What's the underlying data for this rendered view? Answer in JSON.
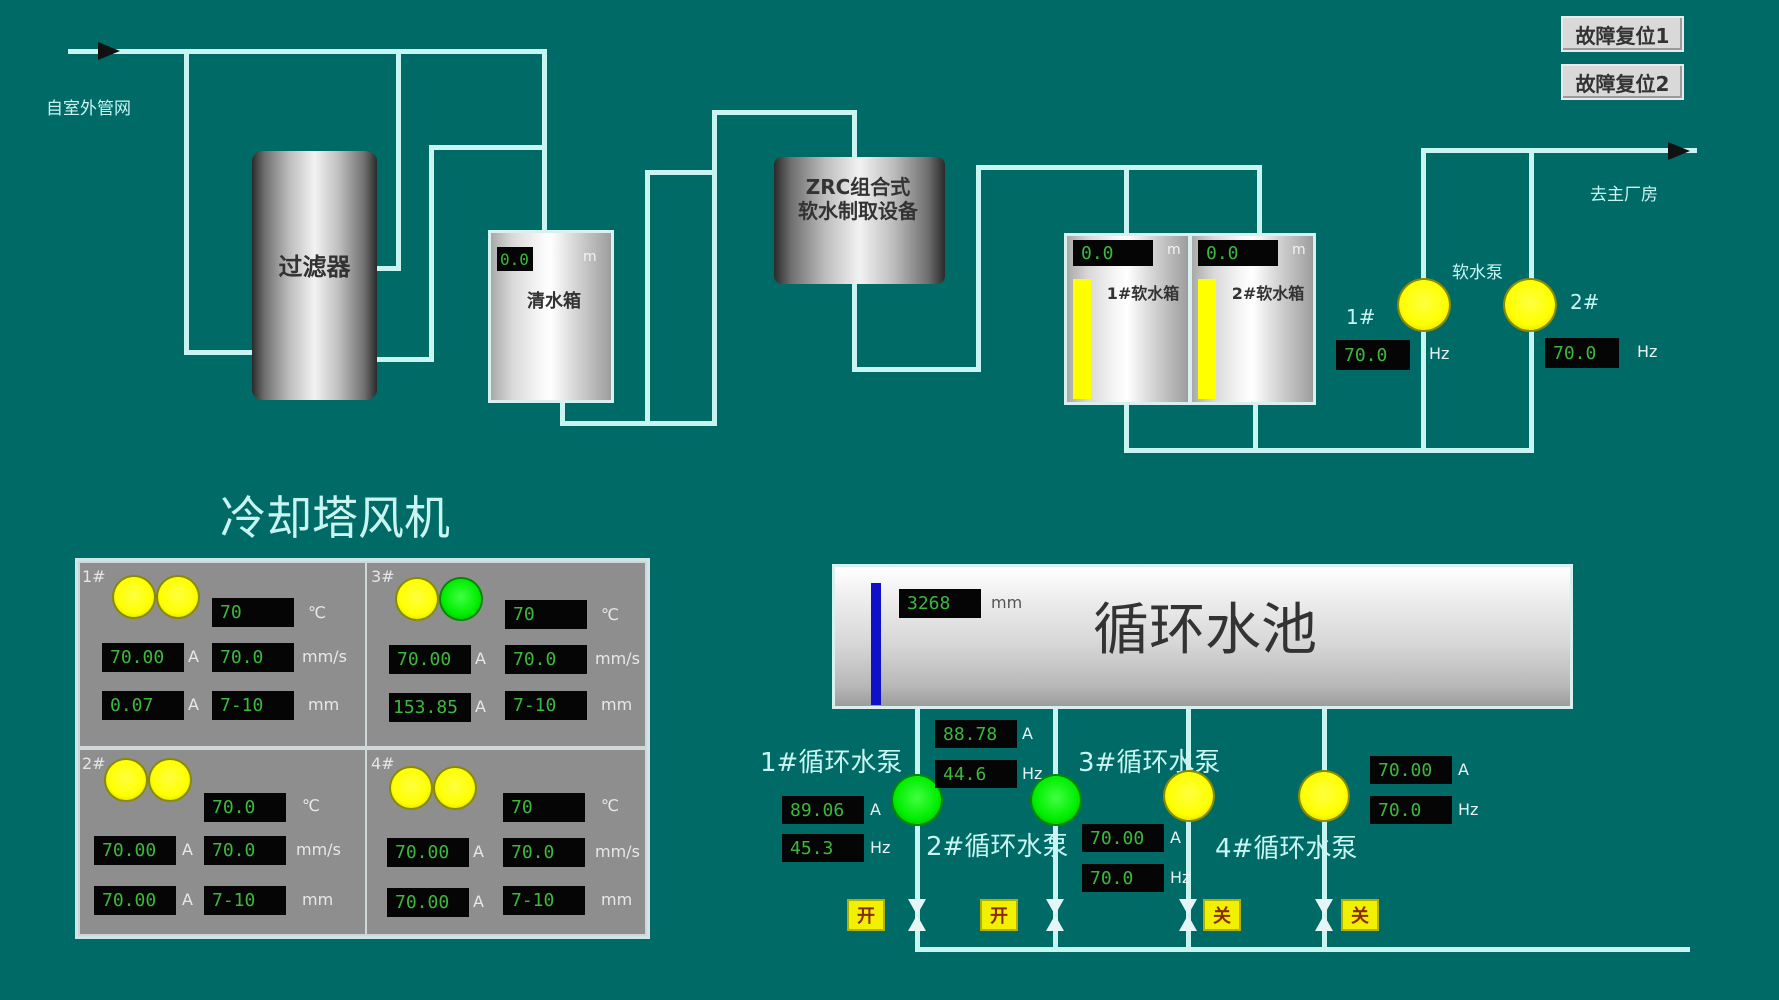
{
  "colors": {
    "background": "#006a66",
    "pipe": "#c8f4f2",
    "lamp_running": "#00ee00",
    "lamp_stopped": "#ffff00",
    "display_bg": "#050505",
    "display_text": "#3cb83c"
  },
  "fault_reset": {
    "button1": "故障复位1",
    "button2": "故障复位2"
  },
  "inlet": {
    "label": "自室外管网"
  },
  "outlet": {
    "label": "去主厂房"
  },
  "filter": {
    "label": "过滤器"
  },
  "clear_tank": {
    "label": "清水箱",
    "level_value": "0.0",
    "level_unit": "m"
  },
  "zrc_unit": {
    "label": "ZRC组合式软水制取设备"
  },
  "soft_tanks": [
    {
      "label": "1#软水箱",
      "level_value": "0.0",
      "level_unit": "m"
    },
    {
      "label": "2#软水箱",
      "level_value": "0.0",
      "level_unit": "m"
    }
  ],
  "soft_pumps": {
    "label": "软水泵",
    "pumps": [
      {
        "id": "1#",
        "status": "stopped",
        "freq_value": "70.0",
        "freq_unit": "Hz"
      },
      {
        "id": "2#",
        "status": "stopped",
        "freq_value": "70.0",
        "freq_unit": "Hz"
      }
    ]
  },
  "cooling_tower": {
    "title": "冷却塔风机",
    "units": [
      {
        "id": "1#",
        "lamps": [
          "stopped",
          "stopped"
        ],
        "temp": "70",
        "temp_unit": "℃",
        "current1": "70.00",
        "current1_unit": "A",
        "speed": "70.0",
        "speed_unit": "mm/s",
        "current2": "0.07",
        "current2_unit": "A",
        "range": "7-10",
        "range_unit": "mm"
      },
      {
        "id": "3#",
        "lamps": [
          "stopped",
          "running"
        ],
        "temp": "70",
        "temp_unit": "℃",
        "current1": "70.00",
        "current1_unit": "A",
        "speed": "70.0",
        "speed_unit": "mm/s",
        "current2": "153.85",
        "current2_unit": "A",
        "range": "7-10",
        "range_unit": "mm"
      },
      {
        "id": "2#",
        "lamps": [
          "stopped",
          "stopped"
        ],
        "temp": "70.0",
        "temp_unit": "℃",
        "current1": "70.00",
        "current1_unit": "A",
        "speed": "70.0",
        "speed_unit": "mm/s",
        "current2": "70.00",
        "current2_unit": "A",
        "range": "7-10",
        "range_unit": "mm"
      },
      {
        "id": "4#",
        "lamps": [
          "stopped",
          "stopped"
        ],
        "temp": "70",
        "temp_unit": "℃",
        "current1": "70.00",
        "current1_unit": "A",
        "speed": "70.0",
        "speed_unit": "mm/s",
        "current2": "70.00",
        "current2_unit": "A",
        "range": "7-10",
        "range_unit": "mm"
      }
    ]
  },
  "pool": {
    "label": "循环水池",
    "level_value": "3268",
    "level_unit": "mm"
  },
  "circ_pumps": [
    {
      "label": "1#循环水泵",
      "status": "running",
      "current": "89.06",
      "current_unit": "A",
      "freq": "45.3",
      "freq_unit": "Hz",
      "valve_label": "开"
    },
    {
      "label": "2#循环水泵",
      "status": "running",
      "current": "88.78",
      "current_unit": "A",
      "freq": "44.6",
      "freq_unit": "Hz",
      "valve_label": "开"
    },
    {
      "label": "3#循环水泵",
      "status": "stopped",
      "current": "70.00",
      "current_unit": "A",
      "freq": "70.0",
      "freq_unit": "Hz",
      "valve_label": "关"
    },
    {
      "label": "4#循环水泵",
      "status": "stopped",
      "current": "70.00",
      "current_unit": "A",
      "freq": "70.0",
      "freq_unit": "Hz",
      "valve_label": "关"
    }
  ]
}
